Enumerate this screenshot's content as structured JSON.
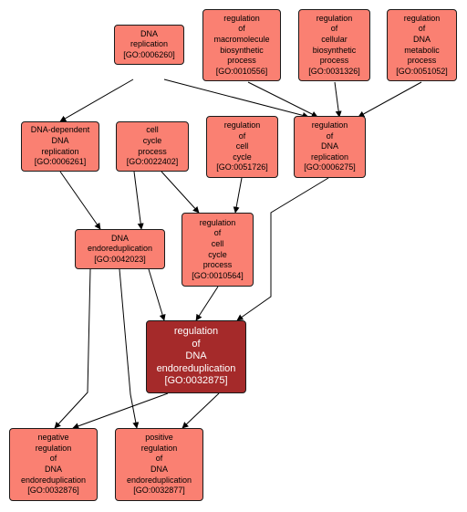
{
  "nodes": [
    {
      "id": "dna_replication",
      "lines": [
        "DNA",
        "replication",
        "[GO:0006260]"
      ]
    },
    {
      "id": "reg_macromolecule",
      "lines": [
        "regulation",
        "of",
        "macromolecule",
        "biosynthetic",
        "process",
        "[GO:0010556]"
      ]
    },
    {
      "id": "reg_cellular_biosynthetic",
      "lines": [
        "regulation",
        "of",
        "cellular",
        "biosynthetic",
        "process",
        "[GO:0031326]"
      ]
    },
    {
      "id": "reg_dna_metabolic",
      "lines": [
        "regulation",
        "of",
        "DNA",
        "metabolic",
        "process",
        "[GO:0051052]"
      ]
    },
    {
      "id": "dna_dependent_replication",
      "lines": [
        "DNA-dependent",
        "DNA",
        "replication",
        "[GO:0006261]"
      ]
    },
    {
      "id": "cell_cycle_process",
      "lines": [
        "cell",
        "cycle",
        "process",
        "[GO:0022402]"
      ]
    },
    {
      "id": "reg_cell_cycle",
      "lines": [
        "regulation",
        "of",
        "cell",
        "cycle",
        "[GO:0051726]"
      ]
    },
    {
      "id": "reg_dna_replication",
      "lines": [
        "regulation",
        "of",
        "DNA",
        "replication",
        "[GO:0006275]"
      ]
    },
    {
      "id": "dna_endoreduplication",
      "lines": [
        "DNA",
        "endoreduplication",
        "[GO:0042023]"
      ]
    },
    {
      "id": "reg_cell_cycle_process",
      "lines": [
        "regulation",
        "of",
        "cell",
        "cycle",
        "process",
        "[GO:0010564]"
      ]
    },
    {
      "id": "reg_dna_endoreduplication",
      "focus": true,
      "lines": [
        "regulation",
        "of",
        "DNA",
        "endoreduplication",
        "[GO:0032875]"
      ]
    },
    {
      "id": "neg_reg_dna_endoreduplication",
      "lines": [
        "negative",
        "regulation",
        "of",
        "DNA",
        "endoreduplication",
        "[GO:0032876]"
      ]
    },
    {
      "id": "pos_reg_dna_endoreduplication",
      "lines": [
        "positive",
        "regulation",
        "of",
        "DNA",
        "endoreduplication",
        "[GO:0032877]"
      ]
    }
  ],
  "edges": [
    {
      "from": "dna_replication",
      "to": "dna_dependent_replication"
    },
    {
      "from": "dna_replication",
      "to": "reg_dna_replication"
    },
    {
      "from": "reg_macromolecule",
      "to": "reg_dna_replication"
    },
    {
      "from": "reg_cellular_biosynthetic",
      "to": "reg_dna_replication"
    },
    {
      "from": "reg_dna_metabolic",
      "to": "reg_dna_replication"
    },
    {
      "from": "dna_dependent_replication",
      "to": "dna_endoreduplication"
    },
    {
      "from": "cell_cycle_process",
      "to": "dna_endoreduplication"
    },
    {
      "from": "cell_cycle_process",
      "to": "reg_cell_cycle_process"
    },
    {
      "from": "reg_cell_cycle",
      "to": "reg_cell_cycle_process"
    },
    {
      "from": "dna_endoreduplication",
      "to": "reg_dna_endoreduplication"
    },
    {
      "from": "reg_cell_cycle_process",
      "to": "reg_dna_endoreduplication"
    },
    {
      "from": "reg_dna_replication",
      "to": "reg_dna_endoreduplication"
    },
    {
      "from": "dna_endoreduplication",
      "to": "neg_reg_dna_endoreduplication"
    },
    {
      "from": "dna_endoreduplication",
      "to": "pos_reg_dna_endoreduplication"
    },
    {
      "from": "reg_dna_endoreduplication",
      "to": "neg_reg_dna_endoreduplication"
    },
    {
      "from": "reg_dna_endoreduplication",
      "to": "pos_reg_dna_endoreduplication"
    }
  ]
}
